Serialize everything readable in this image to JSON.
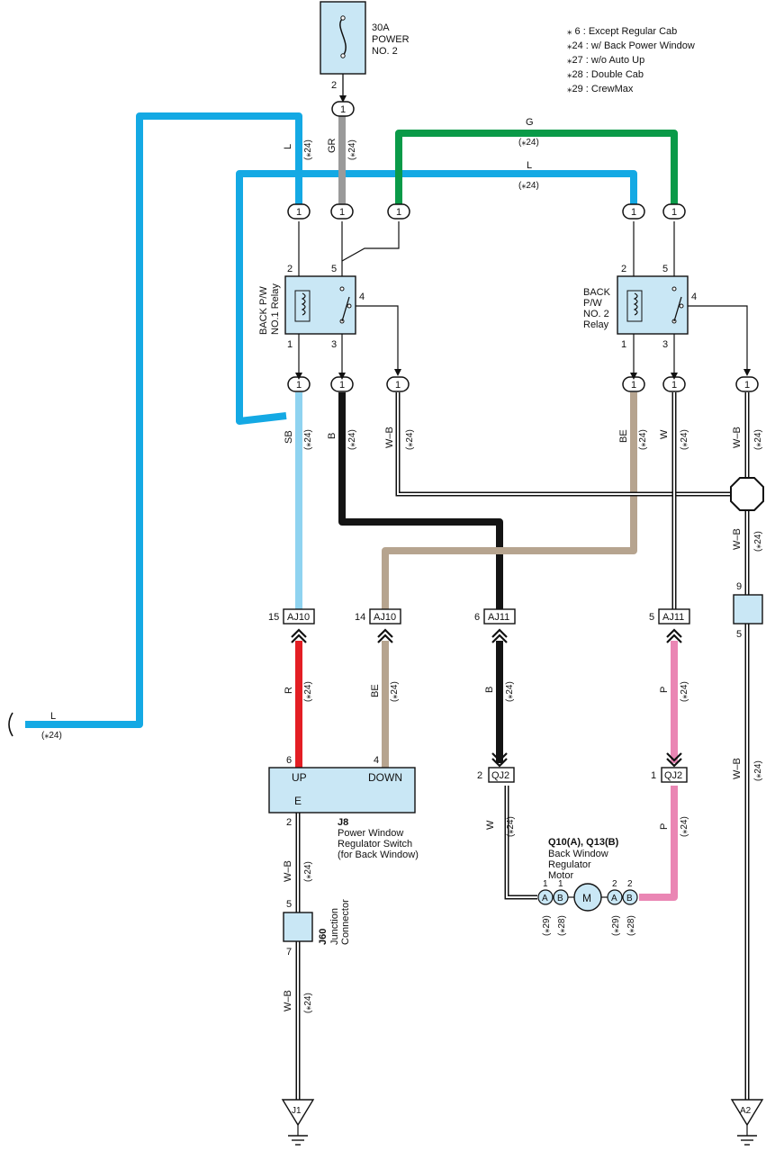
{
  "legend": [
    "⁎ 6 : Except Regular Cab",
    "⁎24 : w/ Back Power Window",
    "⁎27 : w/o Auto Up",
    "⁎28 : Double Cab",
    "⁎29 : CrewMax"
  ],
  "fuse": {
    "lines": [
      "30A",
      "POWER",
      "NO. 2"
    ],
    "pin": "2"
  },
  "relay1": {
    "label_lines": [
      "BACK P/W",
      "NO.1 Relay"
    ],
    "pins": {
      "p1": "1",
      "p2": "2",
      "p3": "3",
      "p4": "4",
      "p5": "5"
    }
  },
  "relay2": {
    "label_lines": [
      "BACK",
      "P/W",
      "NO. 2",
      "Relay"
    ],
    "pins": {
      "p1": "1",
      "p2": "2",
      "p3": "3",
      "p4": "4",
      "p5": "5"
    }
  },
  "connector_one": "1",
  "mark": "(⁎24)",
  "wires": {
    "L": "L",
    "GR": "GR",
    "G": "G",
    "SB": "SB",
    "B": "B",
    "WB": "W–B",
    "BE": "BE",
    "W": "W",
    "R": "R",
    "P": "P"
  },
  "connectors": {
    "aj10_15": {
      "pin": "15",
      "name": "AJ10"
    },
    "aj10_14": {
      "pin": "14",
      "name": "AJ10"
    },
    "aj11_6": {
      "pin": "6",
      "name": "AJ11"
    },
    "aj11_5": {
      "pin": "5",
      "name": "AJ11"
    },
    "qj2_2": {
      "pin": "2",
      "name": "QJ2"
    },
    "qj2_1": {
      "pin": "1",
      "name": "QJ2"
    },
    "junction_right": {
      "pin_top": "9",
      "pin_bottom": "5"
    }
  },
  "switch": {
    "up": "UP",
    "down": "DOWN",
    "e": "E",
    "pin_up": "6",
    "pin_down": "4",
    "pin_e": "2",
    "ref": "J8",
    "name_lines": [
      "Power Window",
      "Regulator Switch",
      "(for Back Window)"
    ]
  },
  "junction_connector": {
    "ref": "J60",
    "name_lines": [
      "Junction",
      "Connector"
    ],
    "pin_top": "5",
    "pin_bottom": "7"
  },
  "motor": {
    "ref": "Q10(A), Q13(B)",
    "name_lines": [
      "Back Window",
      "Regulator",
      "Motor"
    ],
    "symbol": "M",
    "a": "A",
    "b": "B",
    "pin1": "1",
    "pin2": "2",
    "m29": "(⁎29)",
    "m28": "(⁎28)"
  },
  "grounds": {
    "j1": "J1",
    "a2": "A2"
  },
  "colors": {
    "L": "#14a9e4",
    "GR": "#9a9a9a",
    "G": "#0a9a48",
    "SB": "#8fd3f0",
    "B": "#141414",
    "BE": "#b6a48f",
    "R": "#e31e24",
    "P": "#ea86b4",
    "component_fill": "#c9e7f5"
  }
}
